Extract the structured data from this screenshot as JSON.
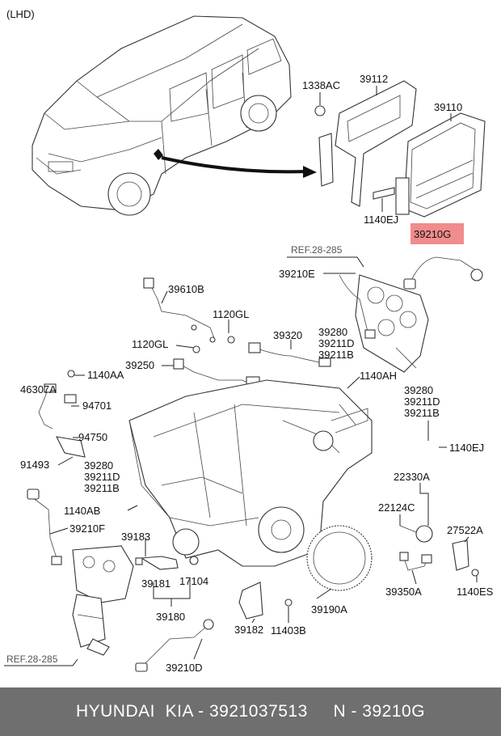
{
  "header": {
    "lhd": "(LHD)"
  },
  "refs": {
    "top": "REF.28-285",
    "bottom": "REF.28-285"
  },
  "highlight": {
    "part": "39210G",
    "color": "#f08c8c"
  },
  "labels": {
    "p1338AC": "1338AC",
    "p39112": "39112",
    "p39110": "39110",
    "p1140EJ_top": "1140EJ",
    "p39210E": "39210E",
    "p39610B": "39610B",
    "p1120GL_a": "1120GL",
    "p1120GL_b": "1120GL",
    "p39320": "39320",
    "p39280_a": "39280",
    "p39211D_a": "39211D",
    "p39211B_a": "39211B",
    "p39250": "39250",
    "p1140AA": "1140AA",
    "p1140AH": "1140AH",
    "p46307A": "46307A",
    "p94701": "94701",
    "p39280_b": "39280",
    "p39211D_b": "39211D",
    "p39211B_b": "39211B",
    "p94750": "94750",
    "p1140EJ_mid": "1140EJ",
    "p91493": "91493",
    "p39280_c": "39280",
    "p39211D_c": "39211D",
    "p39211B_c": "39211B",
    "p22330A": "22330A",
    "p1140AB": "1140AB",
    "p22124C": "22124C",
    "p39210F": "39210F",
    "p27522A": "27522A",
    "p39183": "39183",
    "p39181": "39181",
    "p17104": "17104",
    "p39350A": "39350A",
    "p1140ES": "1140ES",
    "p39180": "39180",
    "p39190A": "39190A",
    "p39182": "39182",
    "p11403B": "11403B",
    "p39210D": "39210D"
  },
  "footer": {
    "text": "HYUNDAI  KIA - 3921037513     N - 39210G"
  }
}
